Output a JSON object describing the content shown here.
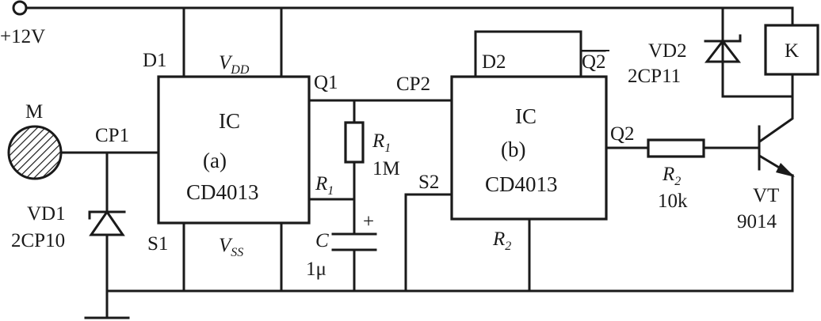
{
  "supply": {
    "label": "+12V"
  },
  "mic": {
    "label": "M"
  },
  "ic_a": {
    "name": "IC",
    "variant": "(a)",
    "part": "CD4013",
    "pins": {
      "d": "D1",
      "vdd_main": "V",
      "vdd_sub": "DD",
      "q": "Q1",
      "cp": "CP1",
      "r_main": "R",
      "r_sub": "1",
      "s": "S1",
      "vss_main": "V",
      "vss_sub": "SS"
    }
  },
  "ic_b": {
    "name": "IC",
    "variant": "(b)",
    "part": "CD4013",
    "pins": {
      "d": "D2",
      "qbar": "Q2",
      "cp": "CP2",
      "s": "S2",
      "q": "Q2",
      "r_main": "R",
      "r_sub": "2"
    }
  },
  "vd1": {
    "name": "VD1",
    "part": "2CP10"
  },
  "vd2": {
    "name": "VD2",
    "part": "2CP11"
  },
  "r1": {
    "name_main": "R",
    "name_sub": "1",
    "value": "1M"
  },
  "c": {
    "name": "C",
    "value": "1μ",
    "polarity": "+"
  },
  "r2": {
    "name_main": "R",
    "name_sub": "2",
    "value": "10k"
  },
  "relay": {
    "label": "K"
  },
  "vt": {
    "name": "VT",
    "part": "9014"
  }
}
